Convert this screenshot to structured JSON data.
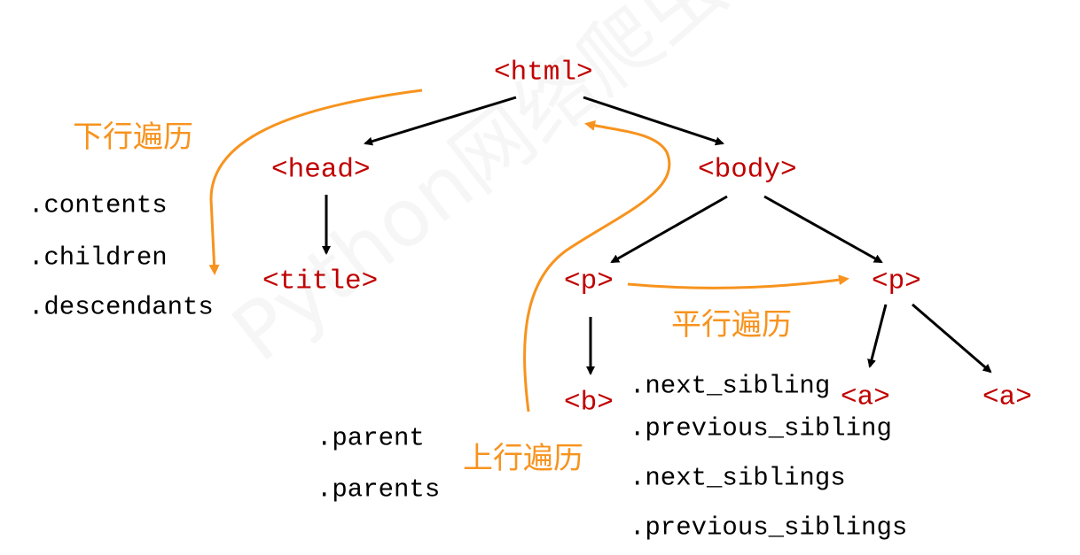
{
  "watermark": "Python网络爬虫与信息提取",
  "nodes": {
    "html": "<html>",
    "head": "<head>",
    "body": "<body>",
    "title": "<title>",
    "p1": "<p>",
    "p2": "<p>",
    "b": "<b>",
    "a1": "<a>",
    "a2": "<a>"
  },
  "traversals": {
    "down": {
      "label": "下行遍历",
      "methods": [
        ".contents",
        ".children",
        ".descendants"
      ]
    },
    "up": {
      "label": "上行遍历",
      "methods": [
        ".parent",
        ".parents"
      ]
    },
    "parallel": {
      "label": "平行遍历",
      "methods": [
        ".next_sibling",
        ".previous_sibling",
        ".next_siblings",
        ".previous_siblings"
      ]
    }
  },
  "colors": {
    "tag": "#c00000",
    "accent": "#f7931e",
    "text": "#000000"
  }
}
